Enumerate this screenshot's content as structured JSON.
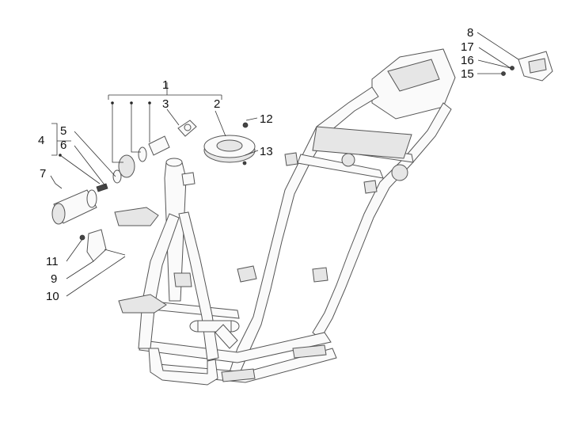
{
  "callouts": [
    {
      "id": "1",
      "text": "1"
    },
    {
      "id": "2",
      "text": "2"
    },
    {
      "id": "3",
      "text": "3"
    },
    {
      "id": "4",
      "text": "4"
    },
    {
      "id": "5",
      "text": "5"
    },
    {
      "id": "6",
      "text": "6"
    },
    {
      "id": "7",
      "text": "7"
    },
    {
      "id": "8",
      "text": "8"
    },
    {
      "id": "9",
      "text": "9"
    },
    {
      "id": "10",
      "text": "10"
    },
    {
      "id": "11",
      "text": "11"
    },
    {
      "id": "12",
      "text": "12"
    },
    {
      "id": "13",
      "text": "13"
    },
    {
      "id": "15",
      "text": "15"
    },
    {
      "id": "16",
      "text": "16"
    },
    {
      "id": "17",
      "text": "17"
    }
  ]
}
